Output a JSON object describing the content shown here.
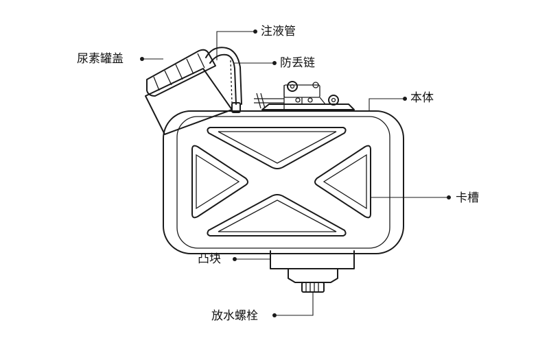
{
  "labels": {
    "injection_tube": "注液管",
    "urea_cap": "尿素罐盖",
    "anti_loss_chain": "防丢链",
    "body": "本体",
    "slot": "卡槽",
    "bump": "凸块",
    "drain_bolt": "放水螺栓"
  },
  "colors": {
    "ink": "#1a1a1a",
    "background": "#ffffff"
  }
}
